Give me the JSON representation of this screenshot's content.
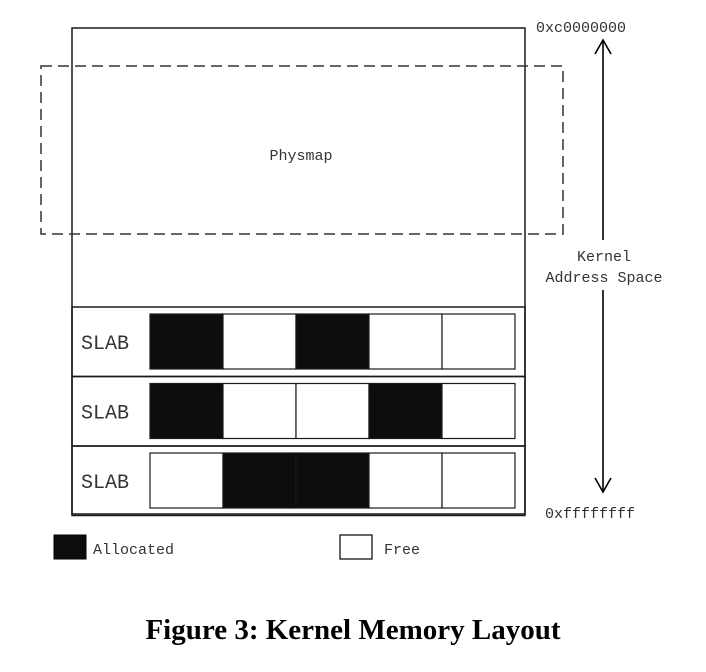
{
  "address_top": "0xc0000000",
  "address_bottom": "0xffffffff",
  "physmap_label": "Physmap",
  "address_space_label": [
    "Kernel",
    "Address Space"
  ],
  "slabs": [
    {
      "label": "SLAB",
      "cells": [
        true,
        false,
        true,
        false,
        false
      ]
    },
    {
      "label": "SLAB",
      "cells": [
        true,
        false,
        false,
        true,
        false
      ]
    },
    {
      "label": "SLAB",
      "cells": [
        false,
        true,
        true,
        false,
        false
      ]
    }
  ],
  "legend": {
    "allocated_label": "Allocated",
    "free_label": "Free"
  },
  "colors": {
    "allocated": "#0d0d0d",
    "free": "#ffffff",
    "line": "#1a1a1a"
  },
  "caption": "Figure 3: Kernel Memory Layout"
}
